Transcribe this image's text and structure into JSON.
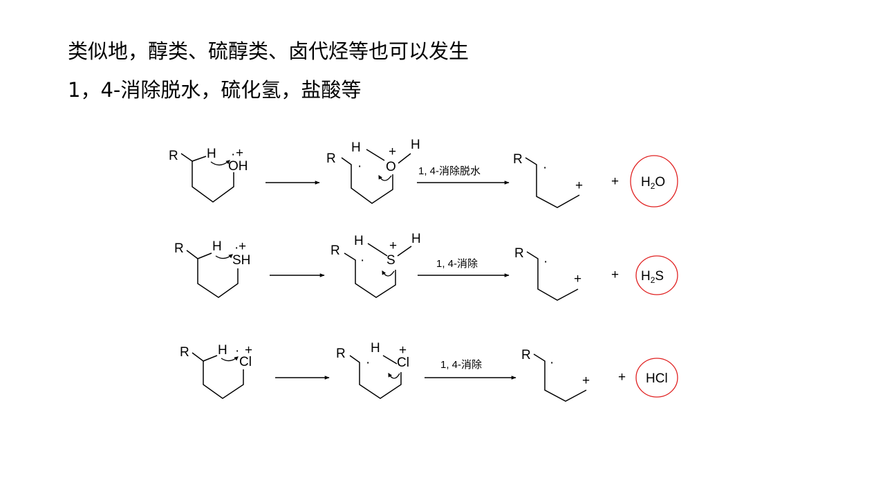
{
  "slide": {
    "line1": "类似地，醇类、硫醇类、卤代烃等也可以发生",
    "line2": "1，4-消除脱水，硫化氢，盐酸等"
  },
  "scheme": {
    "atoms": {
      "R": "R",
      "H": "H",
      "dot": "·",
      "plus": "+"
    },
    "rows": [
      {
        "hetero_label": "OH",
        "hetero": "O",
        "condition": "1, 4-消除脱水",
        "product_plus": "+",
        "byproduct_main": "H",
        "byproduct_sub": "2",
        "byproduct_tail": "O"
      },
      {
        "hetero_label": "SH",
        "hetero": "S",
        "condition": "1, 4-消除",
        "product_plus": "+",
        "byproduct_main": "H",
        "byproduct_sub": "2",
        "byproduct_tail": "S"
      },
      {
        "hetero_label": "Cl",
        "hetero": "Cl",
        "condition": "1, 4-消除",
        "product_plus": "+",
        "byproduct_main": "HCl",
        "byproduct_sub": "",
        "byproduct_tail": ""
      }
    ],
    "highlight_color": "#e02020"
  }
}
